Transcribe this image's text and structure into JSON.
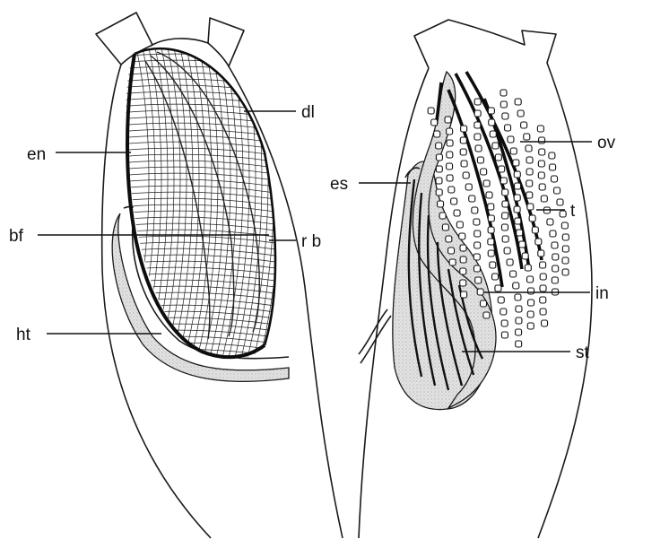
{
  "labels": {
    "en": "en",
    "dl": "dl",
    "bf": "bf",
    "rb": "r b",
    "ht": "ht",
    "es": "es",
    "ov": "ov",
    "t": "t",
    "in": "in",
    "st": "st"
  },
  "colors": {
    "line": "#1a1a1a",
    "stipple": "#d9d9d9",
    "background": "#ffffff"
  }
}
